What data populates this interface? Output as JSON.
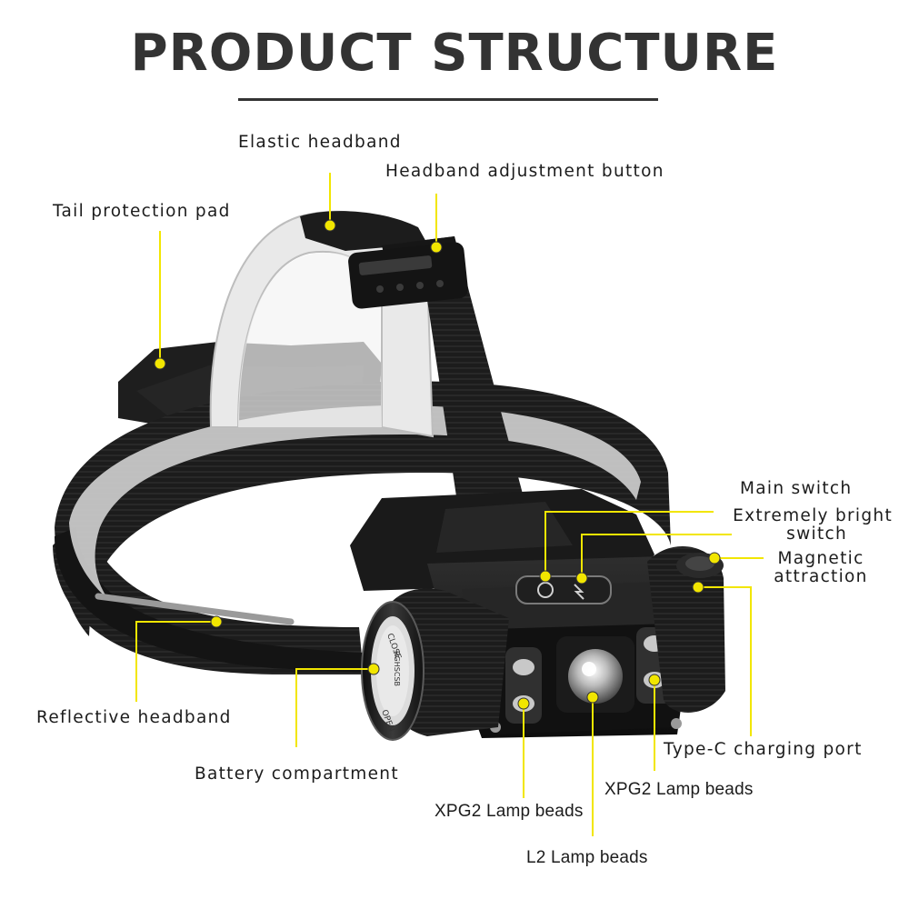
{
  "title": "PRODUCT STRUCTURE",
  "accent_color": "#f2e600",
  "text_color": "#333333",
  "product": {
    "name": "headlamp",
    "battery_cap_markings": [
      "CLOSE",
      "OPEN",
      "RGHSCSB"
    ]
  },
  "callouts": {
    "elastic_headband": "Elastic headband",
    "headband_adjustment_button": "Headband adjustment button",
    "tail_protection_pad": "Tail protection pad",
    "main_switch": "Main switch",
    "extremely_bright_switch_line1": "Extremely bright",
    "extremely_bright_switch_line2": "switch",
    "magnetic_attraction_line1": "Magnetic",
    "magnetic_attraction_line2": "attraction",
    "reflective_headband": "Reflective headband",
    "type_c_charging_port": "Type-C charging port",
    "battery_compartment": "Battery compartment",
    "xpg2_lamp_beads_right": "XPG2 Lamp beads",
    "xpg2_lamp_beads_left": "XPG2 Lamp beads",
    "l2_lamp_beads": "L2 Lamp beads"
  }
}
